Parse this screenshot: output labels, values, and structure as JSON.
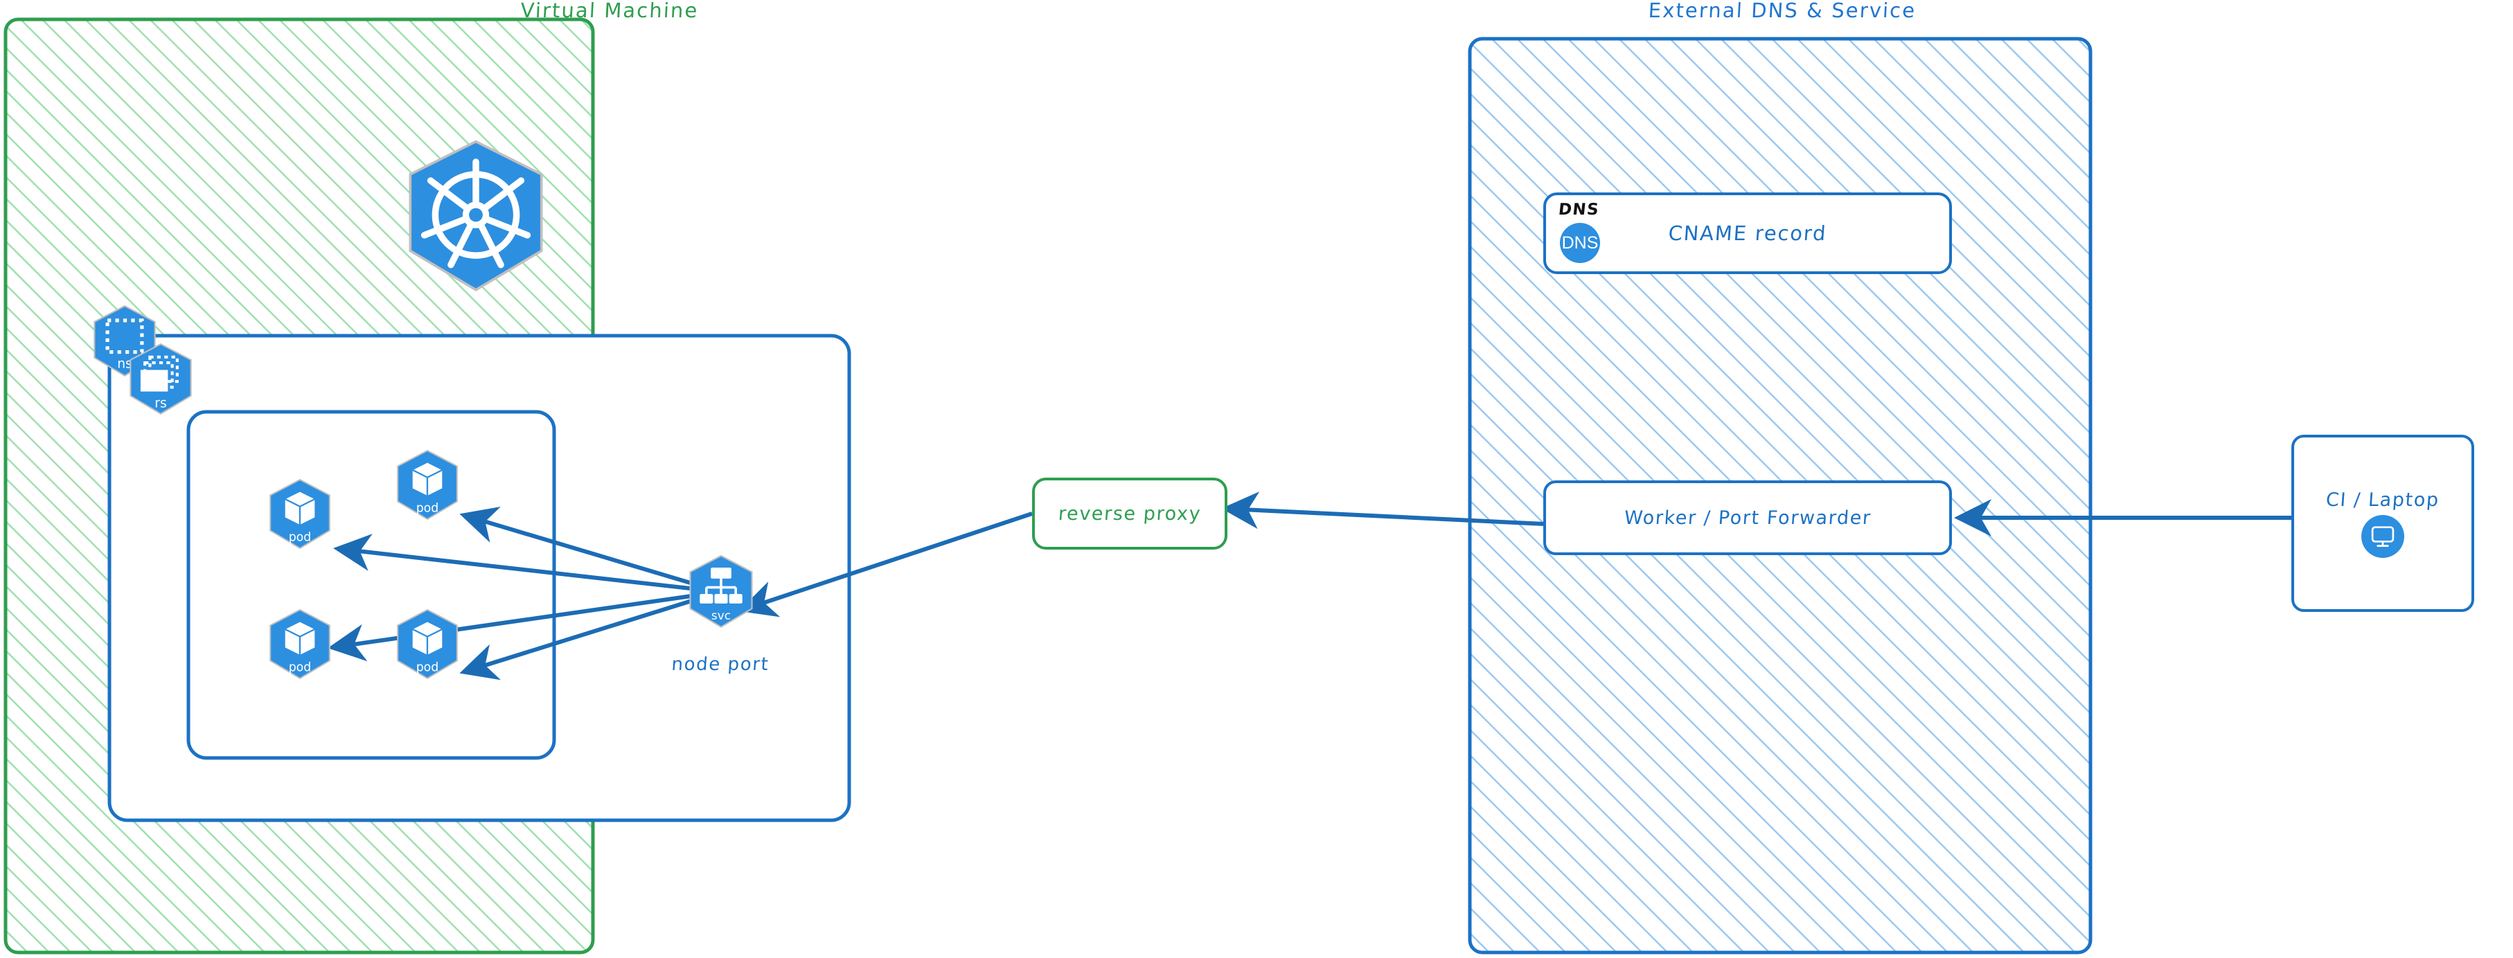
{
  "colors": {
    "green_stroke": "#2e9e4f",
    "green_hatch": "#9fe0b0",
    "blue_stroke": "#1c72c4",
    "blue_hatch": "#9cc9f0",
    "k8s_blue": "#2d8fe0",
    "arrow_blue": "#1c6cb5",
    "black_text": "#111111",
    "white": "#ffffff"
  },
  "groups": [
    {
      "id": "virtual-machine",
      "title": "Virtual Machine",
      "accent": "#2e9e4f",
      "fill": "hatch-green"
    },
    {
      "id": "external-dns-service",
      "title": "External DNS & Service",
      "accent": "#1c72c4",
      "fill": "hatch-blue"
    }
  ],
  "vm": {
    "title": "Virtual Machine",
    "k8s_logo": {
      "icon": "kubernetes-wheel-icon"
    },
    "namespace": {
      "icon": "kubernetes-ns-icon",
      "label": "ns"
    },
    "replicaset": {
      "icon": "kubernetes-rs-icon",
      "label": "rs"
    },
    "pods": [
      {
        "icon": "kubernetes-pod-icon",
        "label": "pod"
      },
      {
        "icon": "kubernetes-pod-icon",
        "label": "pod"
      },
      {
        "icon": "kubernetes-pod-icon",
        "label": "pod"
      },
      {
        "icon": "kubernetes-pod-icon",
        "label": "pod"
      }
    ],
    "service": {
      "icon": "kubernetes-svc-icon",
      "label": "svc",
      "caption": "node port"
    },
    "reverse_proxy": {
      "label": "reverse proxy"
    }
  },
  "external": {
    "title": "External DNS & Service",
    "dns": {
      "tag": "DNS",
      "badge": "DNS",
      "label": "CNAME record"
    },
    "worker": {
      "label": "Worker / Port Forwarder"
    }
  },
  "client": {
    "label": "CI / Laptop",
    "icon": "monitor-icon"
  },
  "edges": [
    {
      "from": "svc",
      "to": "pod-1",
      "direction": "one-way"
    },
    {
      "from": "svc",
      "to": "pod-2",
      "direction": "one-way"
    },
    {
      "from": "svc",
      "to": "pod-3",
      "direction": "one-way"
    },
    {
      "from": "svc",
      "to": "pod-4",
      "direction": "one-way"
    },
    {
      "from": "reverse-proxy",
      "to": "svc",
      "direction": "one-way"
    },
    {
      "from": "worker-port-forwarder",
      "to": "reverse-proxy",
      "direction": "one-way"
    },
    {
      "from": "ci-laptop",
      "to": "worker-port-forwarder",
      "direction": "one-way"
    }
  ]
}
